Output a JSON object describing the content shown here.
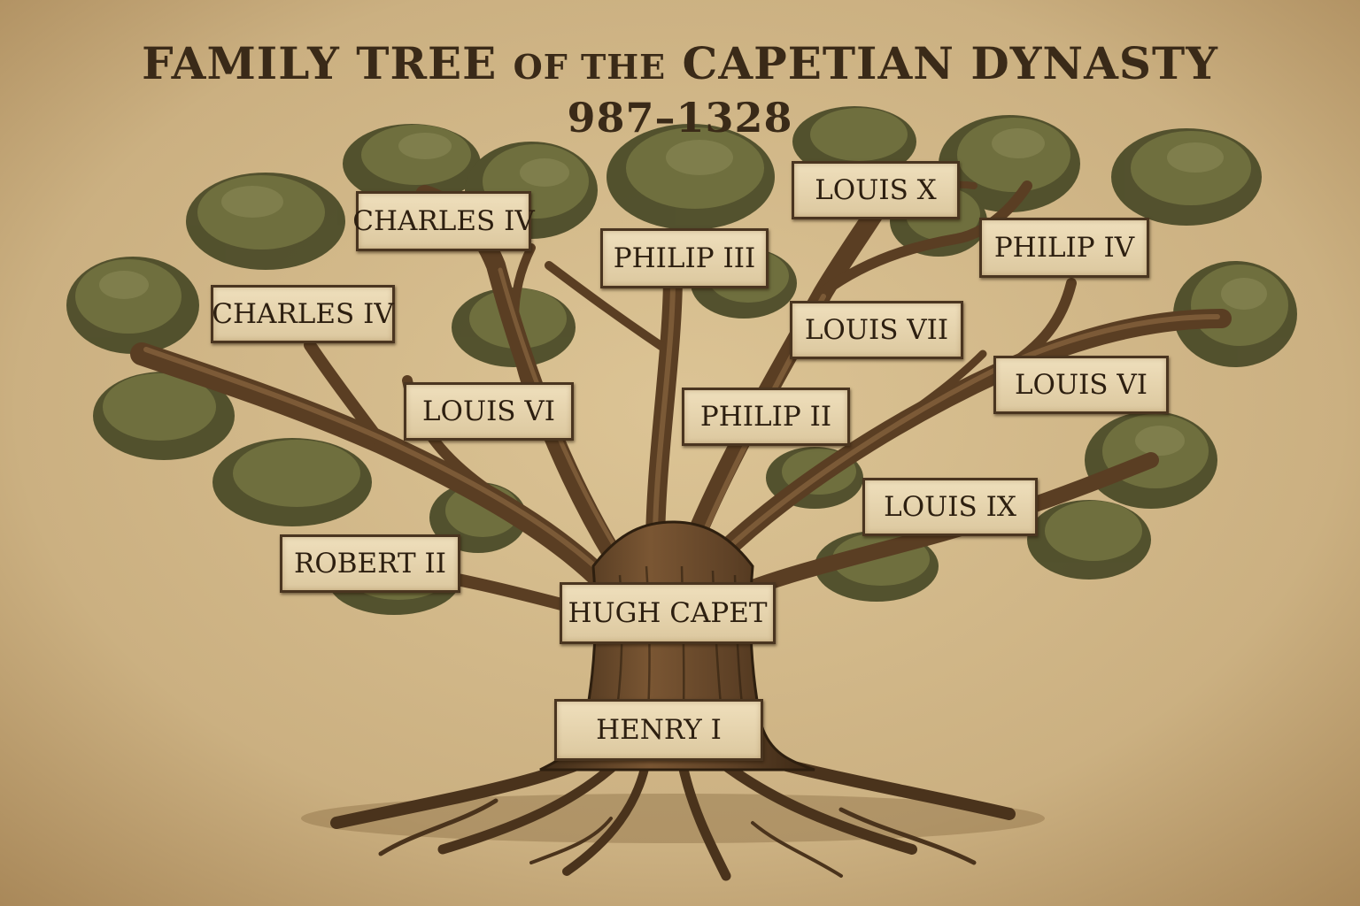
{
  "title": {
    "part1": "FAMILY TREE",
    "part2": "OF THE",
    "part3": "CAPETIAN DYNASTY",
    "years": "987–1328"
  },
  "plaques": {
    "charles_iv_upper": "CHARLES IV",
    "charles_iv_lower": "CHARLES IV",
    "philip_iii": "PHILIP III",
    "louis_x": "LOUIS X",
    "philip_iv": "PHILIP IV",
    "louis_vii": "LOUIS VII",
    "louis_vi_left": "LOUIS VI",
    "philip_ii": "PHILIP II",
    "louis_vi_right": "LOUIS VI",
    "louis_ix": "LOUIS IX",
    "robert_ii": "ROBERT II",
    "hugh_capet": "HUGH CAPET",
    "henry_i": "HENRY I"
  },
  "colors": {
    "parchment": "#cfb586",
    "trunk": "#6b4a2b",
    "trunk_dark": "#3d2a17",
    "leaf": "#6f6f3e",
    "leaf_dark": "#4c4c29",
    "ink": "#2d1f10"
  }
}
